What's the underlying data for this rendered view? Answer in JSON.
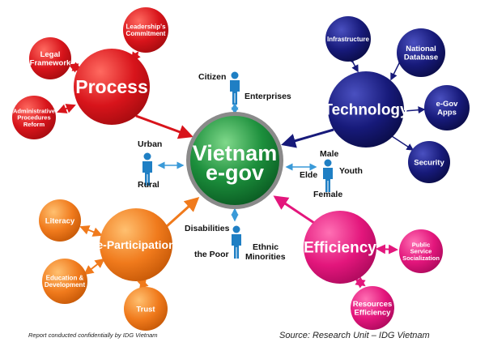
{
  "colors": {
    "process": "#d8141b",
    "technology": "#171a7a",
    "participation": "#f07a1c",
    "efficiency": "#e3167c",
    "center": "#1c8f3c",
    "person": "#1f7fc4"
  },
  "center": {
    "line1": "Vietnam",
    "line2": "e-gov"
  },
  "process": {
    "label": "Process",
    "children": [
      [
        "Legal",
        "Framework"
      ],
      [
        "Leadership's",
        "Commitment"
      ],
      [
        "Administrative",
        "Procedures",
        "Reform"
      ]
    ]
  },
  "technology": {
    "label": "Technology",
    "children": [
      [
        "Infrastructure"
      ],
      [
        "National",
        "Database"
      ],
      [
        "e-Gov",
        "Apps"
      ],
      [
        "Security"
      ]
    ]
  },
  "participation": {
    "label": "e-Participation",
    "children": [
      [
        "Literacy"
      ],
      [
        "Education &",
        "Development"
      ],
      [
        "Trust"
      ]
    ]
  },
  "efficiency": {
    "label": "Efficiency",
    "children": [
      [
        "Public",
        "Service",
        "Socialization"
      ],
      [
        "Resources",
        "Efficiency"
      ]
    ]
  },
  "groups": {
    "top": {
      "a": "Citizen",
      "b": "Enterprises"
    },
    "left": {
      "a": "Urban",
      "b": "Rural"
    },
    "right": {
      "a": "Male",
      "b": "Youth",
      "c": "Elde",
      "d": "Female"
    },
    "bottom": {
      "a": "Disabilities",
      "b": "the Poor",
      "c": "Ethnic",
      "d": "Minorities"
    }
  },
  "footer": {
    "left": "Report conducted confidentially by IDG Vietnam",
    "right": "Source: Research Unit – IDG Vietnam"
  }
}
